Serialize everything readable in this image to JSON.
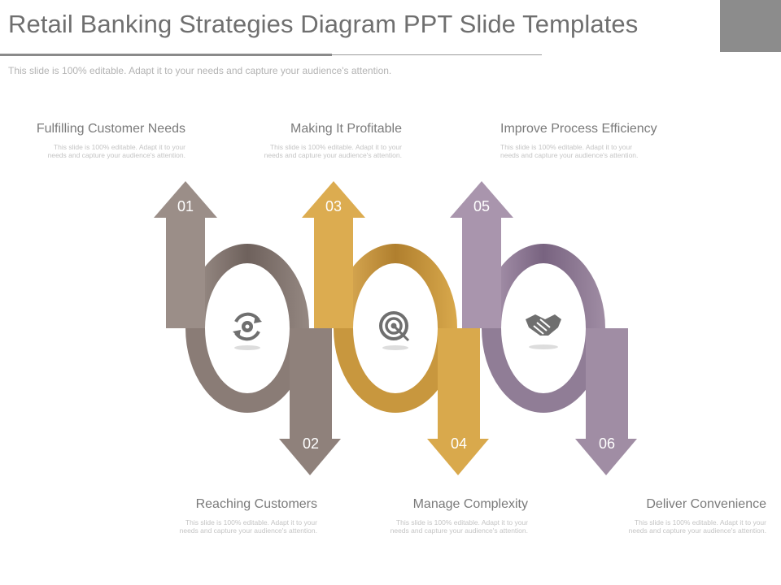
{
  "title": "Retail Banking Strategies Diagram PPT Slide Templates",
  "subtitle": "This slide is 100% editable. Adapt it to your needs and capture your audience's attention.",
  "colors": {
    "gray": "#8f817b",
    "gold": "#d9a94c",
    "purple": "#a08da4",
    "title": "#6f6f6f"
  },
  "steps": [
    {
      "num": "01",
      "title": "Fulfilling Customer Needs",
      "desc": "This slide is 100% editable. Adapt it to your needs and capture your audience's attention."
    },
    {
      "num": "02",
      "title": "Reaching Customers",
      "desc": "This slide is 100% editable. Adapt it to your needs and capture your audience's attention."
    },
    {
      "num": "03",
      "title": "Making It Profitable",
      "desc": "This slide is 100% editable. Adapt it to your needs and capture your audience's attention."
    },
    {
      "num": "04",
      "title": "Manage Complexity",
      "desc": "This slide is 100% editable. Adapt it to your needs and capture your audience's attention."
    },
    {
      "num": "05",
      "title": "Improve Process Efficiency",
      "desc": "This slide is 100% editable. Adapt it to your needs and capture your audience's attention."
    },
    {
      "num": "06",
      "title": "Deliver Convenience",
      "desc": "This slide is 100% editable. Adapt it to your needs and capture your audience's attention."
    }
  ],
  "icons": [
    "gear-cycle-icon",
    "target-icon",
    "handshake-icon"
  ]
}
